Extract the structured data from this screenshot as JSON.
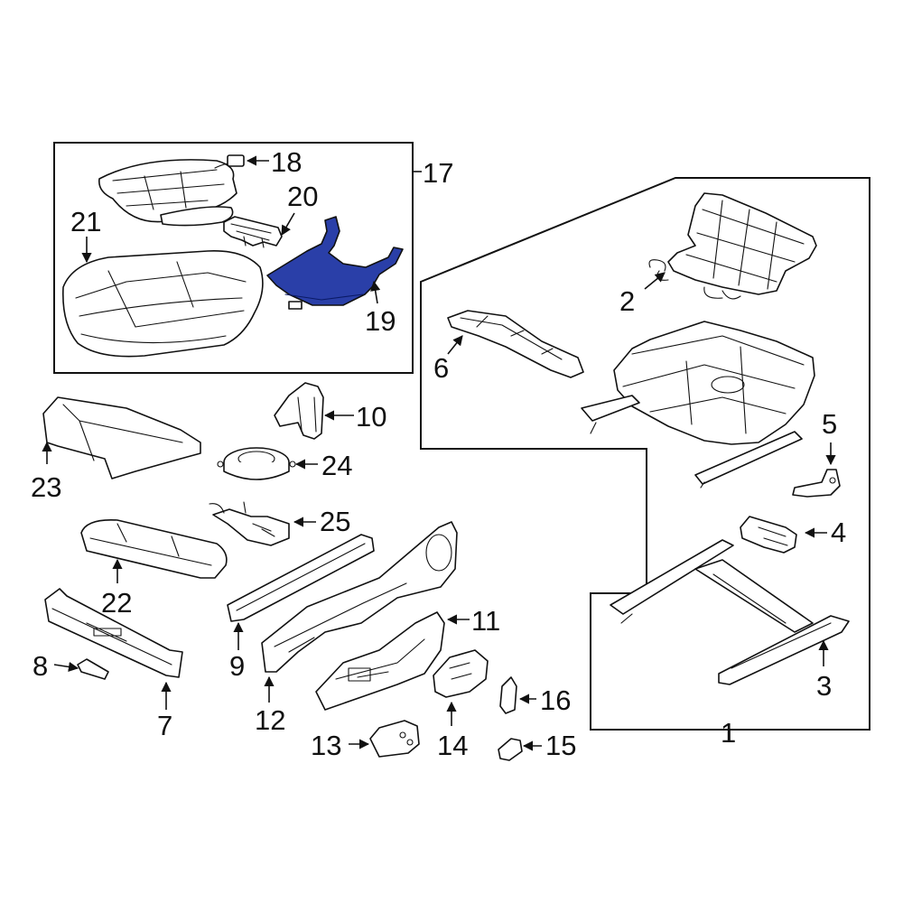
{
  "diagram": {
    "highlight_color": "#2a3fa8",
    "line_color": "#111111",
    "callouts": {
      "c1": "1",
      "c2": "2",
      "c3": "3",
      "c4": "4",
      "c5": "5",
      "c6": "6",
      "c7": "7",
      "c8": "8",
      "c9": "9",
      "c10": "10",
      "c11": "11",
      "c12": "12",
      "c13": "13",
      "c14": "14",
      "c15": "15",
      "c16": "16",
      "c17": "17",
      "c18": "18",
      "c19": "19",
      "c20": "20",
      "c21": "21",
      "c22": "22",
      "c23": "23",
      "c24": "24",
      "c25": "25"
    },
    "highlighted_part": "19"
  }
}
